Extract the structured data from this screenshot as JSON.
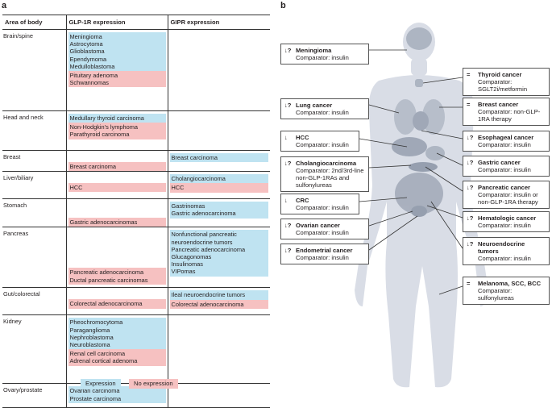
{
  "panel_a_label": "a",
  "panel_b_label": "b",
  "table": {
    "headers": [
      "Area of body",
      "GLP-1R expression",
      "GIPR expression"
    ],
    "rows": [
      {
        "area": "Brain/spine",
        "glp1r_exp": [
          "Meningioma",
          "Astrocytoma",
          "Glioblastoma",
          "Ependymoma",
          "Medulloblastoma"
        ],
        "glp1r_noexp": [
          "Pituitary adenoma",
          "Schwannomas"
        ],
        "gipr_exp": [],
        "gipr_noexp": []
      },
      {
        "area": "Head and neck",
        "glp1r_exp": [
          "Medullary thyroid carcinoma"
        ],
        "glp1r_noexp": [
          "Non-Hodgkin’s lymphoma",
          "Parathyroid carcinoma"
        ],
        "gipr_exp": [],
        "gipr_noexp": []
      },
      {
        "area": "Breast",
        "glp1r_exp": [],
        "glp1r_noexp": [
          "Breast carcinoma"
        ],
        "gipr_exp": [
          "Breast carcinoma"
        ],
        "gipr_noexp": []
      },
      {
        "area": "Liver/biliary",
        "glp1r_exp": [],
        "glp1r_noexp": [
          "HCC"
        ],
        "gipr_exp": [
          "Cholangiocarcinoma"
        ],
        "gipr_noexp": [
          "HCC"
        ]
      },
      {
        "area": "Stomach",
        "glp1r_exp": [],
        "glp1r_noexp": [
          "Gastric adenocarcinomas"
        ],
        "gipr_exp": [
          "Gastrinomas",
          "Gastric adenocarcinoma"
        ],
        "gipr_noexp": []
      },
      {
        "area": "Pancreas",
        "glp1r_exp": [],
        "glp1r_noexp": [
          "Pancreatic adenocarcinoma",
          "Ductal pancreatic carcinomas"
        ],
        "gipr_exp": [
          "Nonfunctional pancreatic neuroendocrine tumors",
          "Pancreatic adenocarcinoma",
          "Glucagonomas",
          "Insulinomas",
          "VIPomas"
        ],
        "gipr_noexp": []
      },
      {
        "area": "Gut/colorectal",
        "glp1r_exp": [],
        "glp1r_noexp": [
          "Colorectal adenocarcinoma"
        ],
        "gipr_exp": [
          "Ileal neuroendocrine tumors"
        ],
        "gipr_noexp": [
          "Colorectal adenocarcinoma"
        ]
      },
      {
        "area": "Kidney",
        "glp1r_exp": [
          "Pheochromocytoma",
          "Paraganglioma",
          "Nephroblastoma",
          "Neuroblastoma"
        ],
        "glp1r_noexp": [
          "Renal cell carcinoma",
          "Adrenal cortical adenoma"
        ],
        "gipr_exp": [],
        "gipr_noexp": []
      },
      {
        "area": "Ovary/prostate",
        "glp1r_exp": [
          "Ovarian carcinoma",
          "Prostate carcinoma"
        ],
        "glp1r_noexp": [],
        "gipr_exp": [],
        "gipr_noexp": []
      }
    ]
  },
  "legend": {
    "expression": "Expression",
    "no_expression": "No expression"
  },
  "colors": {
    "expression": "#bfe3f1",
    "no_expression": "#f6c1c1",
    "body": "#d9dde6"
  },
  "notes_left": [
    {
      "mark": "↓?",
      "title": "Meningioma",
      "text": "Comparator: insulin"
    },
    {
      "mark": "↓?",
      "title": "Lung cancer",
      "text": "Comparator: insulin"
    },
    {
      "mark": "↓",
      "title": "HCC",
      "text": "Comparator: insulin"
    },
    {
      "mark": "↓?",
      "title": "Cholangiocarcinoma",
      "text": "Comparator: 2nd/3rd-line non-GLP-1RAs and sulfonylureas"
    },
    {
      "mark": "↓",
      "title": "CRC",
      "text": "Comparator: insulin"
    },
    {
      "mark": "↓?",
      "title": "Ovarian cancer",
      "text": "Comparator: insulin"
    },
    {
      "mark": "↓?",
      "title": "Endometrial cancer",
      "text": "Comparator: insulin"
    }
  ],
  "notes_right": [
    {
      "mark": "=",
      "title": "Thyroid cancer",
      "text": "Comparator: SGLT2i/metformin"
    },
    {
      "mark": "=",
      "title": "Breast cancer",
      "text": "Comparator: non-GLP-1RA therapy"
    },
    {
      "mark": "↓?",
      "title": "Esophageal cancer",
      "text": "Comparator: insulin"
    },
    {
      "mark": "↓?",
      "title": "Gastric cancer",
      "text": "Comparator: insulin"
    },
    {
      "mark": "↓?",
      "title": "Pancreatic cancer",
      "text": "Comparator: insulin or non-GLP-1RA therapy"
    },
    {
      "mark": "↓?",
      "title": "Hematologic cancer",
      "text": "Comparator: insulin"
    },
    {
      "mark": "↓?",
      "title": "Neuroendocrine tumors",
      "text": "Comparator: insulin"
    },
    {
      "mark": "=",
      "title": "Melanoma, SCC, BCC",
      "text": "Comparator: sulfonylureas"
    }
  ]
}
